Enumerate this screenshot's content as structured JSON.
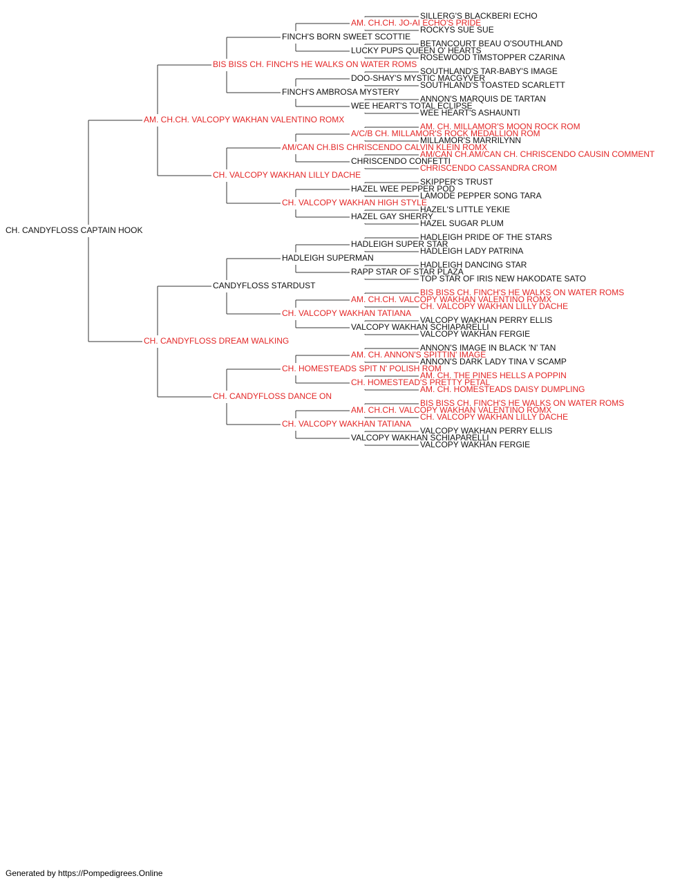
{
  "colors": {
    "champion": "#e32626",
    "normal": "#111111",
    "lines": "#333333"
  },
  "pedigree": {
    "name": "CH. CANDYFLOSS CAPTAIN HOOK",
    "champion": false,
    "sire": {
      "name": "AM. CH.CH. VALCOPY WAKHAN VALENTINO ROMX",
      "champion": true,
      "sire": {
        "name": "BIS BISS CH. FINCH'S HE WALKS ON WATER ROMS",
        "champion": true,
        "sire": {
          "name": "FINCH'S BORN SWEET SCOTTIE",
          "champion": false,
          "sire": {
            "name": "AM. CH.CH. JO-AI ECHO'S PRIDE",
            "champion": true,
            "sire": {
              "name": "SILLERG'S BLACKBERI ECHO",
              "champion": false
            },
            "dam": {
              "name": "ROCKYS SUE SUE",
              "champion": false
            }
          },
          "dam": {
            "name": "LUCKY PUPS QUEEN O' HEARTS",
            "champion": false,
            "sire": {
              "name": "BETANCOURT BEAU O'SOUTHLAND",
              "champion": false
            },
            "dam": {
              "name": "ROSEWOOD TIMSTOPPER CZARINA",
              "champion": false
            }
          }
        },
        "dam": {
          "name": "FINCH'S AMBROSA MYSTERY",
          "champion": false,
          "sire": {
            "name": "DOO-SHAY'S MYSTIC MACGYVER",
            "champion": false,
            "sire": {
              "name": "SOUTHLAND'S TAR-BABY'S IMAGE",
              "champion": false
            },
            "dam": {
              "name": "SOUTHLAND'S TOASTED SCARLETT",
              "champion": false
            }
          },
          "dam": {
            "name": "WEE HEART'S TOTAL ECLIPSE",
            "champion": false,
            "sire": {
              "name": "ANNON'S MARQUIS DE TARTAN",
              "champion": false
            },
            "dam": {
              "name": "WEE HEART'S ASHAUNTI",
              "champion": false
            }
          }
        }
      },
      "dam": {
        "name": "CH. VALCOPY WAKHAN LILLY DACHE",
        "champion": true,
        "sire": {
          "name": "AM/CAN CH.BIS CHRISCENDO CALVIN KLEIN ROMX",
          "champion": true,
          "sire": {
            "name": "A/C/B CH. MILLAMOR'S ROCK MEDALLION ROM",
            "champion": true,
            "sire": {
              "name": "AM. CH. MILLAMOR'S MOON ROCK ROM",
              "champion": true
            },
            "dam": {
              "name": "MILLAMOR'S MARRILYNN",
              "champion": false
            }
          },
          "dam": {
            "name": "CHRISCENDO CONFETTI",
            "champion": false,
            "sire": {
              "name": "AM/CAN CH.AM/CAN CH. CHRISCENDO CAUSIN COMMENT",
              "champion": true
            },
            "dam": {
              "name": "CHRISCENDO CASSANDRA CROM",
              "champion": true
            }
          }
        },
        "dam": {
          "name": "CH. VALCOPY WAKHAN HIGH STYLE",
          "champion": true,
          "sire": {
            "name": "HAZEL WEE PEPPER POD",
            "champion": false,
            "sire": {
              "name": "SKIPPER'S TRUST",
              "champion": false
            },
            "dam": {
              "name": "LAMODE PEPPER SONG TARA",
              "champion": false
            }
          },
          "dam": {
            "name": "HAZEL GAY SHERRY",
            "champion": false,
            "sire": {
              "name": "HAZEL'S LITTLE YEKIE",
              "champion": false
            },
            "dam": {
              "name": "HAZEL SUGAR PLUM",
              "champion": false
            }
          }
        }
      }
    },
    "dam": {
      "name": "CH. CANDYFLOSS DREAM WALKING",
      "champion": true,
      "sire": {
        "name": "CANDYFLOSS STARDUST",
        "champion": false,
        "sire": {
          "name": "HADLEIGH SUPERMAN",
          "champion": false,
          "sire": {
            "name": "HADLEIGH SUPER STAR",
            "champion": false,
            "sire": {
              "name": "HADLEIGH PRIDE OF THE STARS",
              "champion": false
            },
            "dam": {
              "name": "HADLEIGH LADY PATRINA",
              "champion": false
            }
          },
          "dam": {
            "name": "RAPP STAR OF STAR PLAZA",
            "champion": false,
            "sire": {
              "name": "HADLEIGH DANCING STAR",
              "champion": false
            },
            "dam": {
              "name": "TOP STAR OF IRIS NEW HAKODATE SATO",
              "champion": false
            }
          }
        },
        "dam": {
          "name": "CH. VALCOPY WAKHAN TATIANA",
          "champion": true,
          "sire": {
            "name": "AM. CH.CH. VALCOPY WAKHAN VALENTINO ROMX",
            "champion": true,
            "sire": {
              "name": "BIS BISS CH. FINCH'S HE WALKS ON WATER ROMS",
              "champion": true
            },
            "dam": {
              "name": "CH. VALCOPY WAKHAN LILLY DACHE",
              "champion": true
            }
          },
          "dam": {
            "name": "VALCOPY WAKHAN SCHIAPARELLI",
            "champion": false,
            "sire": {
              "name": "VALCOPY WAKHAN PERRY ELLIS",
              "champion": false
            },
            "dam": {
              "name": "VALCOPY WAKHAN FERGIE",
              "champion": false
            }
          }
        }
      },
      "dam": {
        "name": "CH. CANDYFLOSS DANCE ON",
        "champion": true,
        "sire": {
          "name": "CH. HOMESTEADS SPIT N' POLISH ROM",
          "champion": true,
          "sire": {
            "name": "AM. CH. ANNON'S SPITTIN' IMAGE",
            "champion": true,
            "sire": {
              "name": "ANNON'S IMAGE IN BLACK 'N' TAN",
              "champion": false
            },
            "dam": {
              "name": "ANNON'S DARK LADY TINA V SCAMP",
              "champion": false
            }
          },
          "dam": {
            "name": "CH. HOMESTEAD'S PRETTY PETAL",
            "champion": true,
            "sire": {
              "name": "AM. CH. THE PINES HELLS A POPPIN",
              "champion": true
            },
            "dam": {
              "name": "AM. CH. HOMESTEADS DAISY DUMPLING",
              "champion": true
            }
          }
        },
        "dam": {
          "name": "CH. VALCOPY WAKHAN TATIANA",
          "champion": true,
          "sire": {
            "name": "AM. CH.CH. VALCOPY WAKHAN VALENTINO ROMX",
            "champion": true,
            "sire": {
              "name": "BIS BISS CH. FINCH'S HE WALKS ON WATER ROMS",
              "champion": true
            },
            "dam": {
              "name": "CH. VALCOPY WAKHAN LILLY DACHE",
              "champion": true
            }
          },
          "dam": {
            "name": "VALCOPY WAKHAN SCHIAPARELLI",
            "champion": false,
            "sire": {
              "name": "VALCOPY WAKHAN PERRY ELLIS",
              "champion": false
            },
            "dam": {
              "name": "VALCOPY WAKHAN FERGIE",
              "champion": false
            }
          }
        }
      }
    }
  },
  "footer": "Generated by https://Pompedigrees.Online"
}
